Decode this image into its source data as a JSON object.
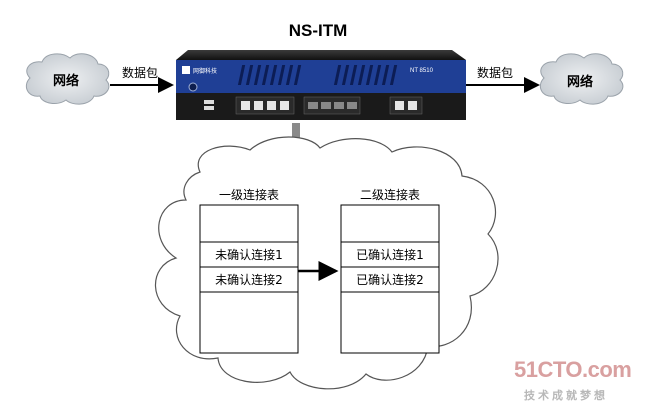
{
  "title": "NS-ITM",
  "left_network": "网络",
  "right_network": "网络",
  "left_packet_label": "数据包",
  "right_packet_label": "数据包",
  "device": {
    "brand": "网御科技",
    "model": "NT 8510"
  },
  "tables": [
    {
      "header": "一级连接表",
      "rows": [
        "",
        "未确认连接1",
        "未确认连接2",
        ""
      ]
    },
    {
      "header": "二级连接表",
      "rows": [
        "",
        "已确认连接1",
        "已确认连接2",
        ""
      ]
    }
  ],
  "watermark": {
    "brand": "51CTO.com",
    "slogan": "技术成就梦想"
  },
  "colors": {
    "cloud_fill": "#d5dade",
    "device_blue": "#1f3f95",
    "device_black": "#1a1a1a",
    "down_arrow": "#8a8a8a",
    "watermark_red": "#d9a0a0",
    "watermark_gray": "#b8b8b8"
  }
}
